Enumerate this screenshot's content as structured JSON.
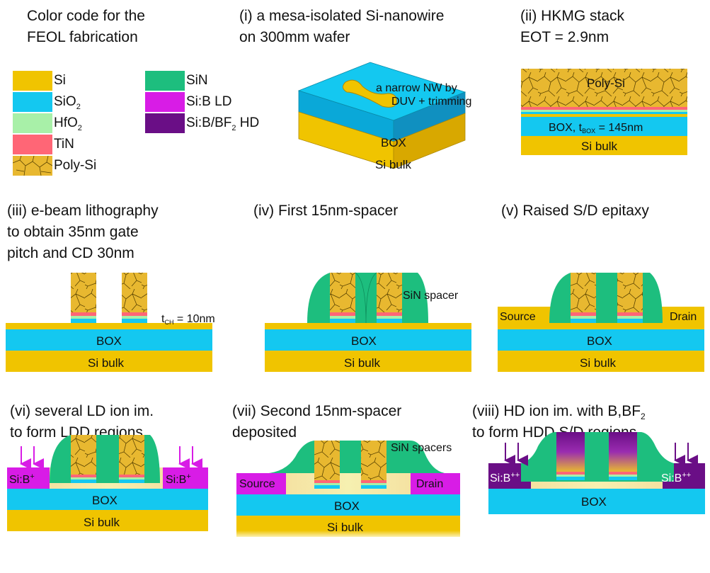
{
  "legend": {
    "title": [
      "Color code for the",
      "FEOL fabrication"
    ],
    "items": [
      {
        "label": "Si",
        "color": "#F0C400"
      },
      {
        "label": "SiO",
        "sub": "2",
        "color": "#14C8F0"
      },
      {
        "label": "HfO",
        "sub": "2",
        "color": "#A8F0A8"
      },
      {
        "label": "TiN",
        "color": "#FF6676"
      },
      {
        "label": "Poly-Si",
        "color": "#E8B830"
      },
      {
        "label": "SiN",
        "color": "#1DBE7E"
      },
      {
        "label": "Si:B LD",
        "color": "#D81CE6"
      },
      {
        "label": "Si:B/BF",
        "sub": "2",
        "suffix": " HD",
        "color": "#6A0E86"
      }
    ]
  },
  "steps": {
    "s1": [
      "(i) a mesa-isolated Si-nanowire",
      "on 300mm wafer"
    ],
    "s2": [
      "(ii) HKMG stack",
      "EOT = 2.9nm"
    ],
    "s3": [
      "(iii) e-beam lithography",
      "to obtain 35nm gate",
      "pitch and CD 30nm"
    ],
    "s4": [
      "(iv) First 15nm-spacer"
    ],
    "s5": [
      "(v) Raised S/D epitaxy"
    ],
    "s6": [
      "(vi) several LD ion im.",
      "to form LDD regions"
    ],
    "s7": [
      "(vii) Second 15nm-spacer",
      "deposited"
    ],
    "s8a": "(viii) HD ion im. with B,BF",
    "s8sub": "2",
    "s8b": "to form HDD S/D regions"
  },
  "labels": {
    "nw_note": [
      "a narrow NW by",
      "DUV + trimming"
    ],
    "box": "BOX",
    "si_bulk": "Si bulk",
    "poly_si": "Poly-Si",
    "box_tbox": "BOX, t",
    "tbox_sub": "BOX",
    "tbox_val": " = 145nm",
    "tch": "t",
    "tch_sub": "CH",
    "tch_val": " = 10nm",
    "sin_spacer": "SiN spacer",
    "sin_spacers": "SiN spacers",
    "source": "Source",
    "drain": "Drain",
    "sib_plus": "Si:B",
    "plus_sup": "+",
    "sib_pp": "Si:B",
    "pp_sup": "++"
  },
  "colors": {
    "si": "#F0C400",
    "sio2": "#14C8F0",
    "hfo2": "#A8F0A8",
    "tin": "#FF6676",
    "poly": "#E8B830",
    "sin": "#1DBE7E",
    "ld": "#D81CE6",
    "hd": "#6A0E86"
  }
}
